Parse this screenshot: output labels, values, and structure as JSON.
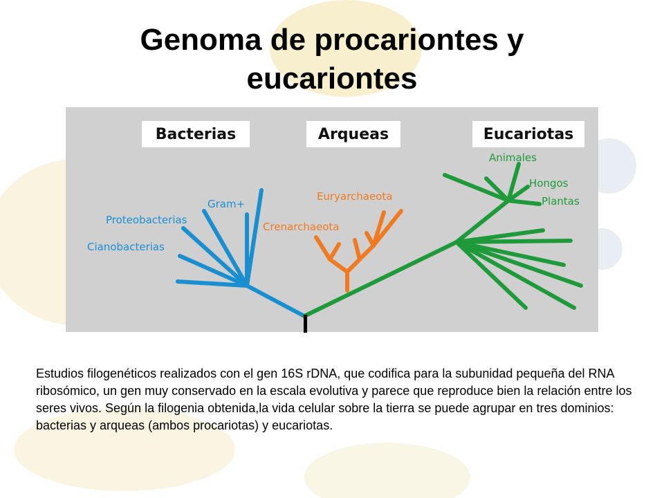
{
  "slide": {
    "title_line1": "Genoma de procariontes y",
    "title_line2": "eucariontes"
  },
  "figure": {
    "domains": {
      "bacterias": "Bacterias",
      "arqueas": "Arqueas",
      "eucariotas": "Eucariotas"
    },
    "labels": {
      "gram": "Gram+",
      "proteobacterias": "Proteobacterias",
      "cianobacterias": "Cianobacterias",
      "euryarchaeota": "Euryarchaeota",
      "crenarchaeota": "Crenarchaeota",
      "animales": "Animales",
      "hongos": "Hongos",
      "plantas": "Plantas"
    },
    "colors": {
      "background": "#d0d0d0",
      "bacteria_branch": "#1a8fd0",
      "archaea_branch": "#f07a20",
      "eukaryote_branch": "#1f9a3a"
    }
  },
  "description": "Estudios filogenéticos realizados con el gen 16S rDNA, que codifica para la subunidad pequeña del RNA ribosómico, un gen muy conservado en la escala evolutiva y parece que reproduce bien la relación entre los seres vivos. Según la filogenia obtenida,la vida celular sobre la tierra se puede agrupar en tres dominios: bacterias y arqueas (ambos procariotas) y eucariotas."
}
